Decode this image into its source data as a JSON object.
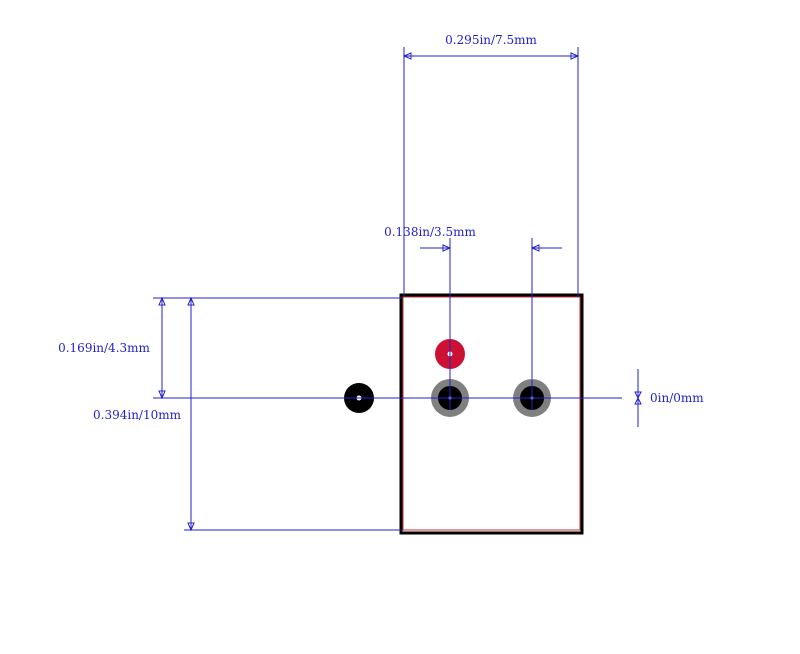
{
  "colors": {
    "dimension": "#2222cc",
    "outline": "#000000",
    "courtyard": "#cc3333",
    "pad_ring": "#808080",
    "pad_center": "#000000",
    "pin1_pad": "#cc1133",
    "mount_hole": "#000000",
    "background": "#ffffff"
  },
  "dimensions": {
    "width_total": "0.295in/7.5mm",
    "pin_pitch": "0.138in/3.5mm",
    "pin_offset_y": "0.169in/4.3mm",
    "height_total": "0.394in/10mm",
    "zero_offset": "0in/0mm"
  },
  "pads": [
    {
      "name": "pin-1",
      "kind": "signal"
    },
    {
      "name": "pin-2",
      "kind": "plated"
    },
    {
      "name": "pin-3",
      "kind": "plated"
    },
    {
      "name": "mount-hole",
      "kind": "hole"
    }
  ]
}
